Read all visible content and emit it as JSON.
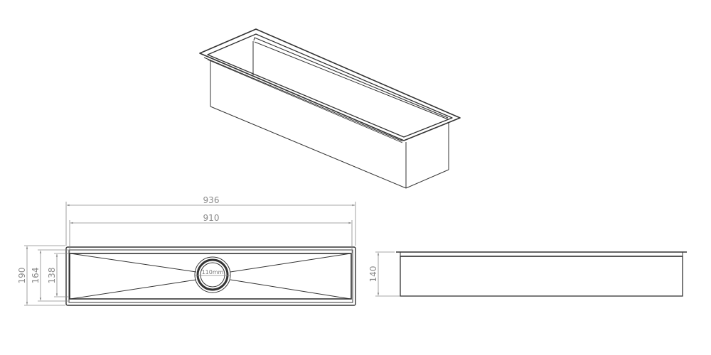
{
  "drawing": {
    "title": "Rectangular trough sink technical drawing",
    "views": [
      "isometric",
      "plan",
      "side-elevation"
    ],
    "line_color": "#333333",
    "dim_color": "#8a8a8a"
  },
  "dimensions": {
    "overall_length": "936",
    "inner_length": "910",
    "overall_width": "190",
    "flange_inner_width": "164",
    "bowl_width": "138",
    "depth": "140",
    "drain_diameter": "110mm"
  }
}
